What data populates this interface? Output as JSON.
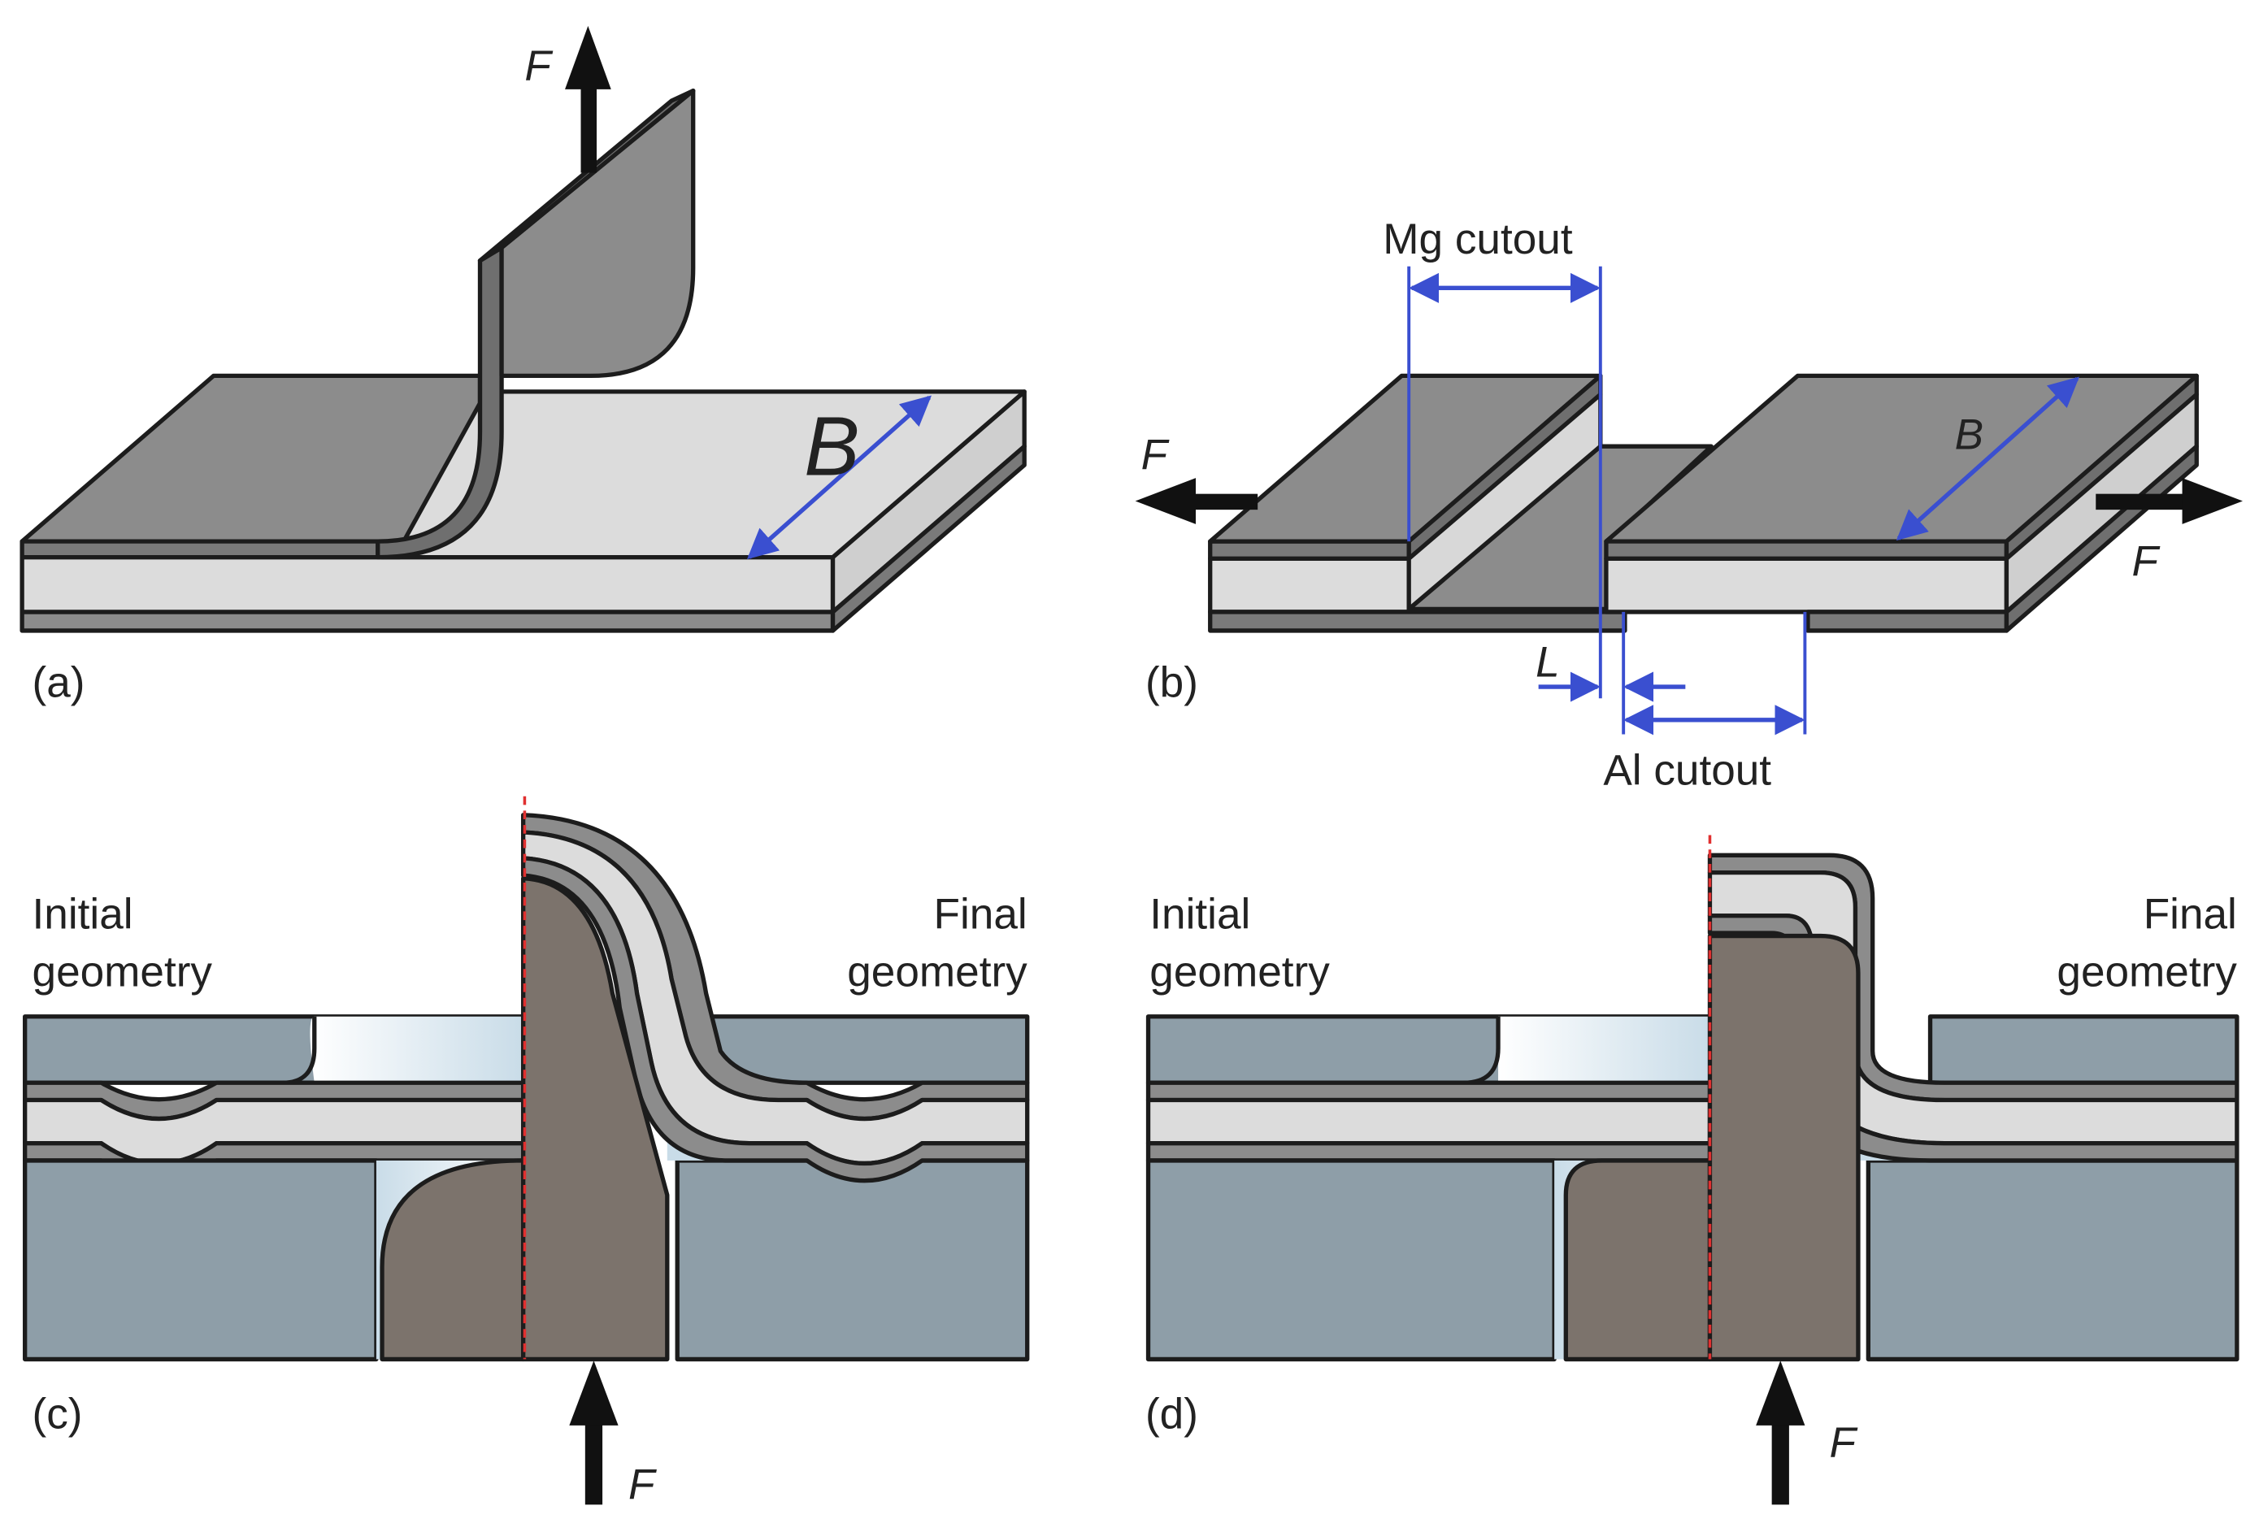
{
  "colors": {
    "mg": "#8c8c8c",
    "mg_dark": "#7a7a7a",
    "al": "#dcdcdc",
    "tool": "#8e9ea8",
    "punch": "#7c736c",
    "dimension": "#3a4fd0",
    "axis": "#e03030",
    "arrow": "#111111"
  },
  "panels": {
    "a": {
      "tag": "(a)",
      "force": "F",
      "width_label": "B"
    },
    "b": {
      "tag": "(b)",
      "force_left": "F",
      "force_right": "F",
      "width_label": "B",
      "mg_cutout": "Mg cutout",
      "al_cutout": "Al cutout",
      "overlap_label": "L"
    },
    "c": {
      "tag": "(c)",
      "initial_line1": "Initial",
      "initial_line2": "geometry",
      "final_line1": "Final",
      "final_line2": "geometry",
      "force": "F"
    },
    "d": {
      "tag": "(d)",
      "initial_line1": "Initial",
      "initial_line2": "geometry",
      "final_line1": "Final",
      "final_line2": "geometry",
      "force": "F"
    }
  }
}
